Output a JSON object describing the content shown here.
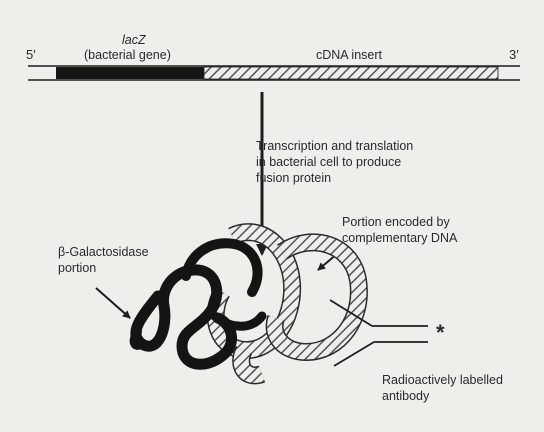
{
  "labels": {
    "five_prime": "5′",
    "three_prime": "3′",
    "lacz_gene": "lacZ",
    "bacterial_gene": "(bacterial gene)",
    "cdna_insert": "cDNA insert",
    "transcription_step": "Transcription and translation\nin bacterial cell to produce\nfusion protein",
    "encoded_portion": "Portion encoded by\ncomplementary DNA",
    "galactosidase_portion": "β-Galactosidase\nportion",
    "antibody": "Radioactively labelled\nantibody",
    "radiolabel_marker": "*"
  },
  "colors": {
    "background": "#eeeeea",
    "ink": "#1e1e1e",
    "hatch": "#555555"
  }
}
